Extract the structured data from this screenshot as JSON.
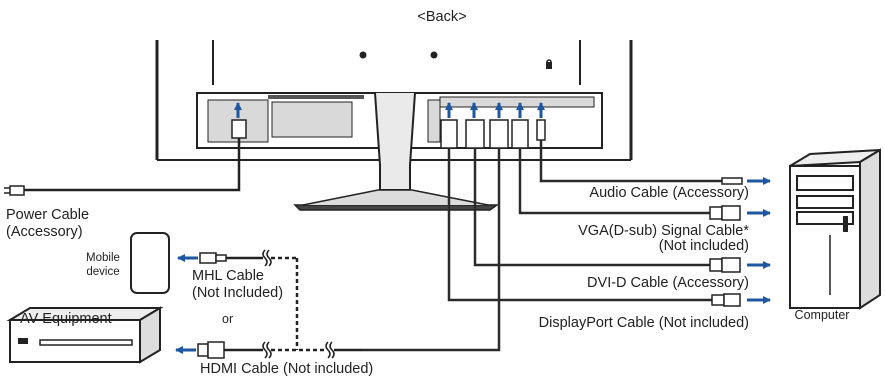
{
  "title": "<Back>",
  "labels": {
    "power_line1": "Power Cable",
    "power_line2": "(Accessory)",
    "mobile_line1": "Mobile",
    "mobile_line2": "device",
    "mhl_line1": "MHL Cable",
    "mhl_line2": "(Not Included)",
    "or": "or",
    "av_equipment": "AV Equipment",
    "hdmi": "HDMI Cable (Not included)",
    "audio": "Audio Cable (Accessory)",
    "vga_line1": "VGA(D-sub) Signal Cable*",
    "vga_line2": "(Not included)",
    "dvi": "DVI-D Cable (Accessory)",
    "displayport": "DisplayPort Cable (Not included)",
    "computer": "Computer"
  },
  "colors": {
    "arrow": "#1e56a0",
    "line": "#2a2a2a",
    "panel_gray": "#d9d9d9"
  }
}
